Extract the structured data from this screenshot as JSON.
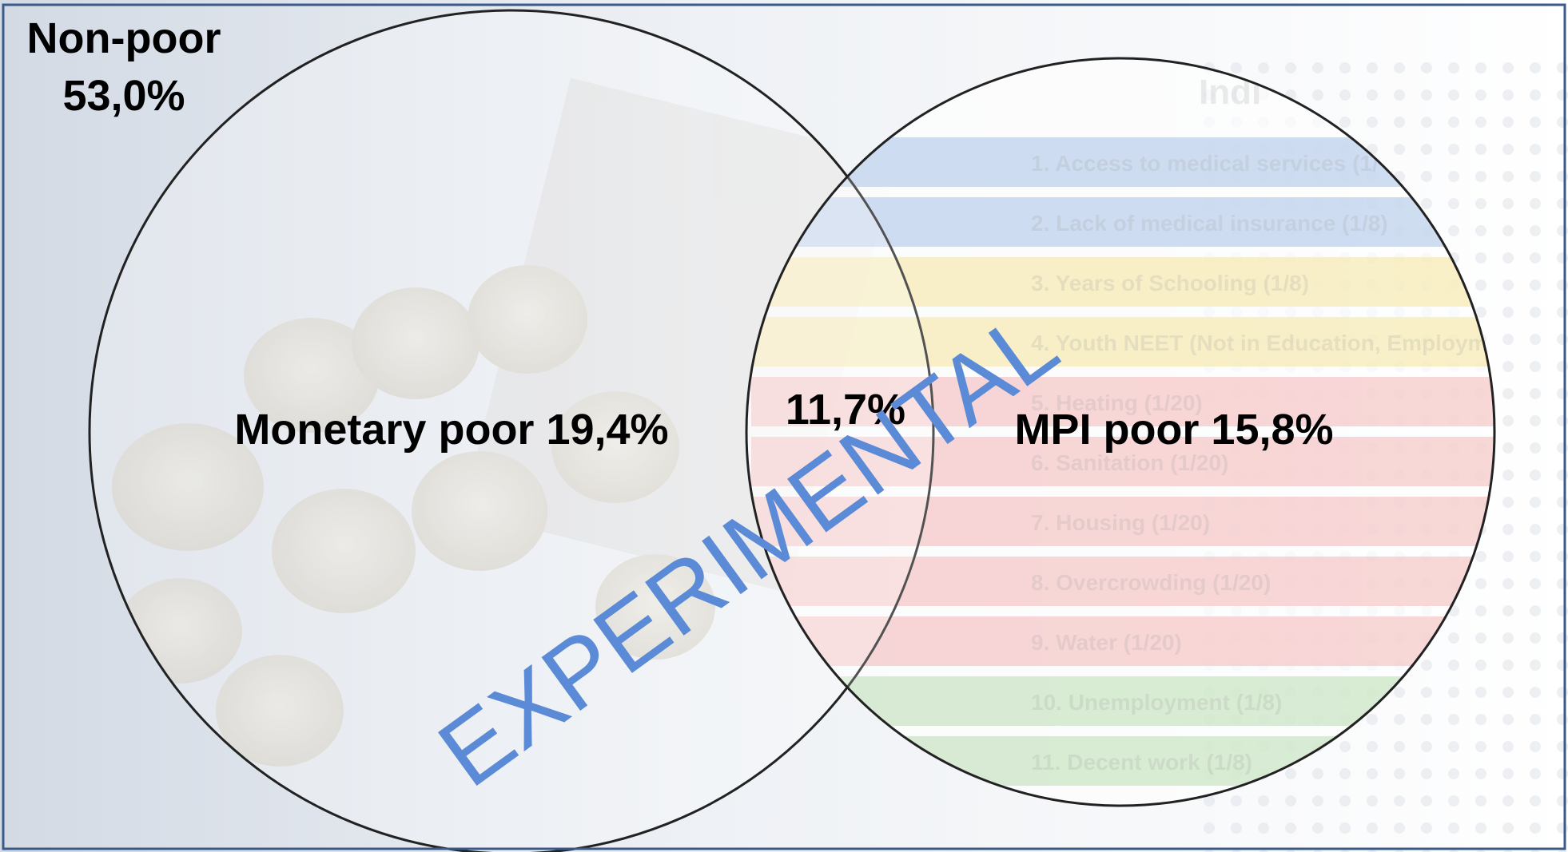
{
  "diagram": {
    "non_poor": {
      "title": "Non-poor",
      "value": "53,0%"
    },
    "monetary_poor": {
      "label": "Monetary poor 19,4%"
    },
    "overlap": {
      "label": "11,7%"
    },
    "mpi_poor": {
      "label": "MPI poor 15,8%"
    },
    "watermark": "EXPERIMENTAL",
    "background_table": {
      "header": "Indi",
      "rows": [
        {
          "text": "1. Access to medical services (1/",
          "color": "#8fb0e0"
        },
        {
          "text": "2. Lack of medical insurance (1/8)",
          "color": "#8fb0e0"
        },
        {
          "text": "3. Years of Schooling (1/8)",
          "color": "#f3dd80"
        },
        {
          "text": "4. Youth NEET (Not in Education, Employm",
          "color": "#f3dd80"
        },
        {
          "text": "5. Heating (1/20)",
          "color": "#f1a3a3"
        },
        {
          "text": "6. Sanitation (1/20)",
          "color": "#f1a3a3"
        },
        {
          "text": "7. Housing (1/20)",
          "color": "#f1a3a3"
        },
        {
          "text": "8. Overcrowding (1/20)",
          "color": "#f1a3a3"
        },
        {
          "text": "9. Water (1/20)",
          "color": "#f1a3a3"
        },
        {
          "text": "10. Unemployment (1/8)",
          "color": "#a8d39a"
        },
        {
          "text": "11. Decent work (1/8)",
          "color": "#a8d39a"
        }
      ]
    },
    "colors": {
      "frame": "#3a5a8a",
      "circle_stroke": "#222222",
      "watermark": "#5b8ad6",
      "background_left": "#d8dee7",
      "background_right": "#ffffff"
    }
  }
}
